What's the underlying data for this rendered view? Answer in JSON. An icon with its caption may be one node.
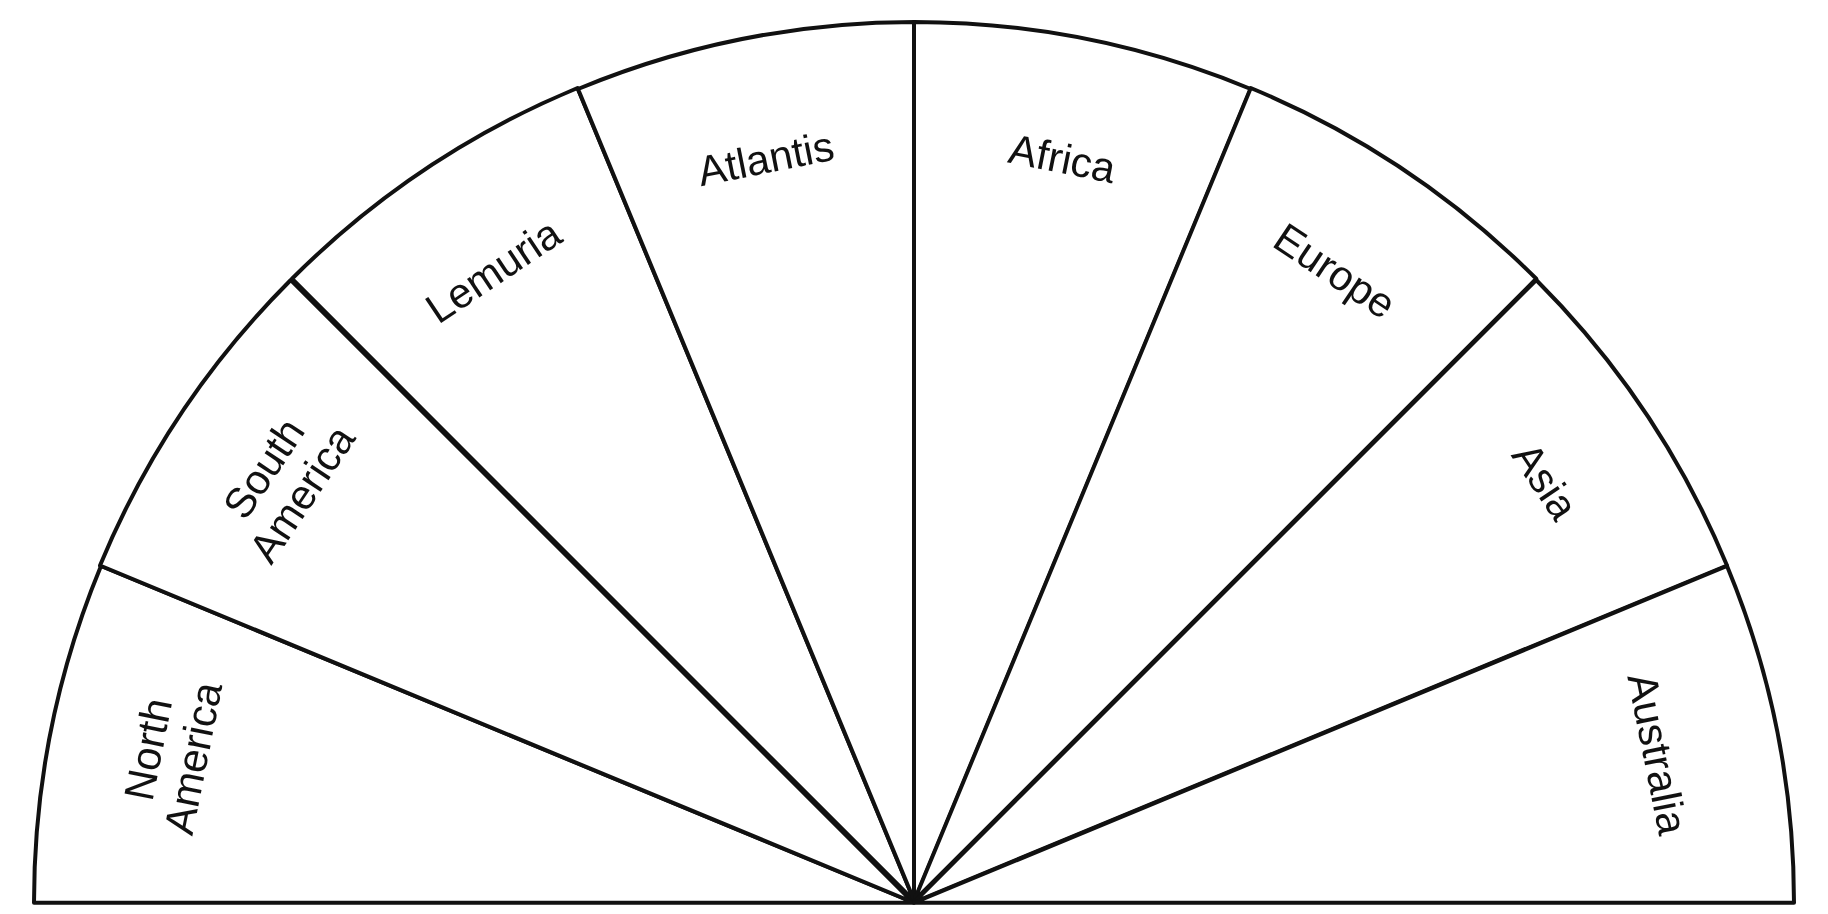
{
  "diagram": {
    "nodes": [
      {
        "text": [
          "North America"
        ]
      },
      {
        "text": [
          "South America"
        ]
      },
      {
        "text": [
          "Lemuria"
        ]
      },
      {
        "text": [
          "Atlantis"
        ]
      },
      {
        "text": [
          "Africa"
        ]
      },
      {
        "text": [
          "Europe"
        ]
      },
      {
        "text": [
          "Asia"
        ]
      },
      {
        "text": [
          "Australia"
        ]
      }
    ]
  }
}
